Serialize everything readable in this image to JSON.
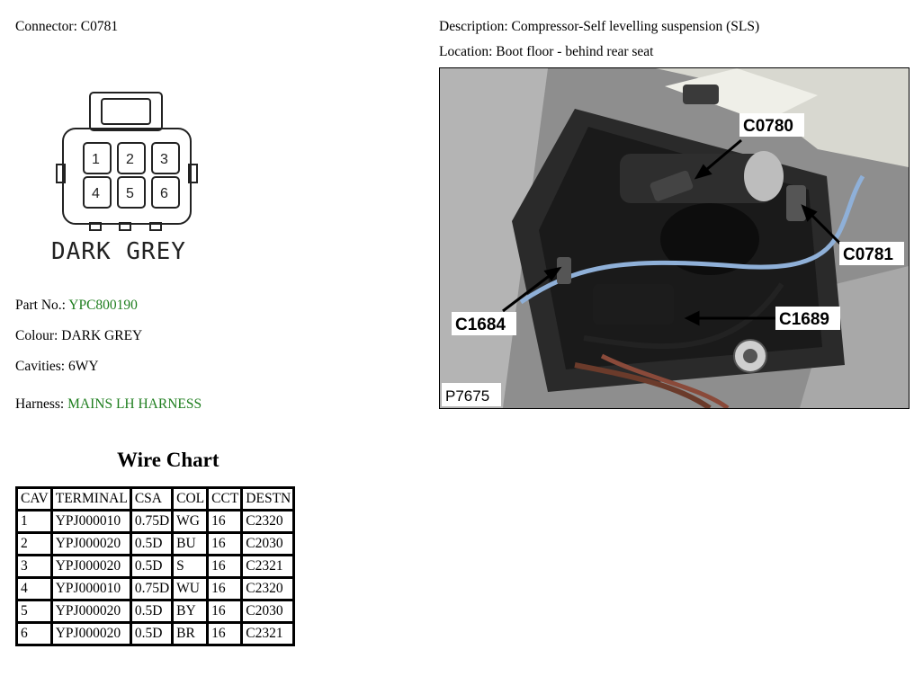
{
  "header": {
    "connector_label": "Connector:",
    "connector_value": "C0781",
    "description_label": "Description:",
    "description_value": "Compressor-Self levelling suspension (SLS)",
    "location_label": "Location:",
    "location_value": "Boot floor - behind rear seat"
  },
  "connector_diagram": {
    "color_text": "DARK GREY",
    "pins": [
      "1",
      "2",
      "3",
      "4",
      "5",
      "6"
    ]
  },
  "details": {
    "part_label": "Part No.:",
    "part_value": "YPC800190",
    "colour_label": "Colour:",
    "colour_value": "DARK GREY",
    "cavities_label": "Cavities:",
    "cavities_value": "6WY",
    "harness_label": "Harness:",
    "harness_value": "MAINS LH HARNESS"
  },
  "wire_chart": {
    "title": "Wire Chart",
    "headers": [
      "CAV",
      "TERMINAL",
      "CSA",
      "COL",
      "CCT",
      "DESTN"
    ],
    "rows": [
      [
        "1",
        "YPJ000010",
        "0.75D",
        "WG",
        "16",
        "C2320"
      ],
      [
        "2",
        "YPJ000020",
        "0.5D",
        "BU",
        "16",
        "C2030"
      ],
      [
        "3",
        "YPJ000020",
        "0.5D",
        "S",
        "16",
        "C2321"
      ],
      [
        "4",
        "YPJ000010",
        "0.75D",
        "WU",
        "16",
        "C2320"
      ],
      [
        "5",
        "YPJ000020",
        "0.5D",
        "BY",
        "16",
        "C2030"
      ],
      [
        "6",
        "YPJ000020",
        "0.5D",
        "BR",
        "16",
        "C2321"
      ]
    ]
  },
  "photo": {
    "callouts": [
      "C0780",
      "C0781",
      "C1684",
      "C1689"
    ],
    "ref": "P7675"
  },
  "colors": {
    "link_green": "#1e7e1e"
  }
}
